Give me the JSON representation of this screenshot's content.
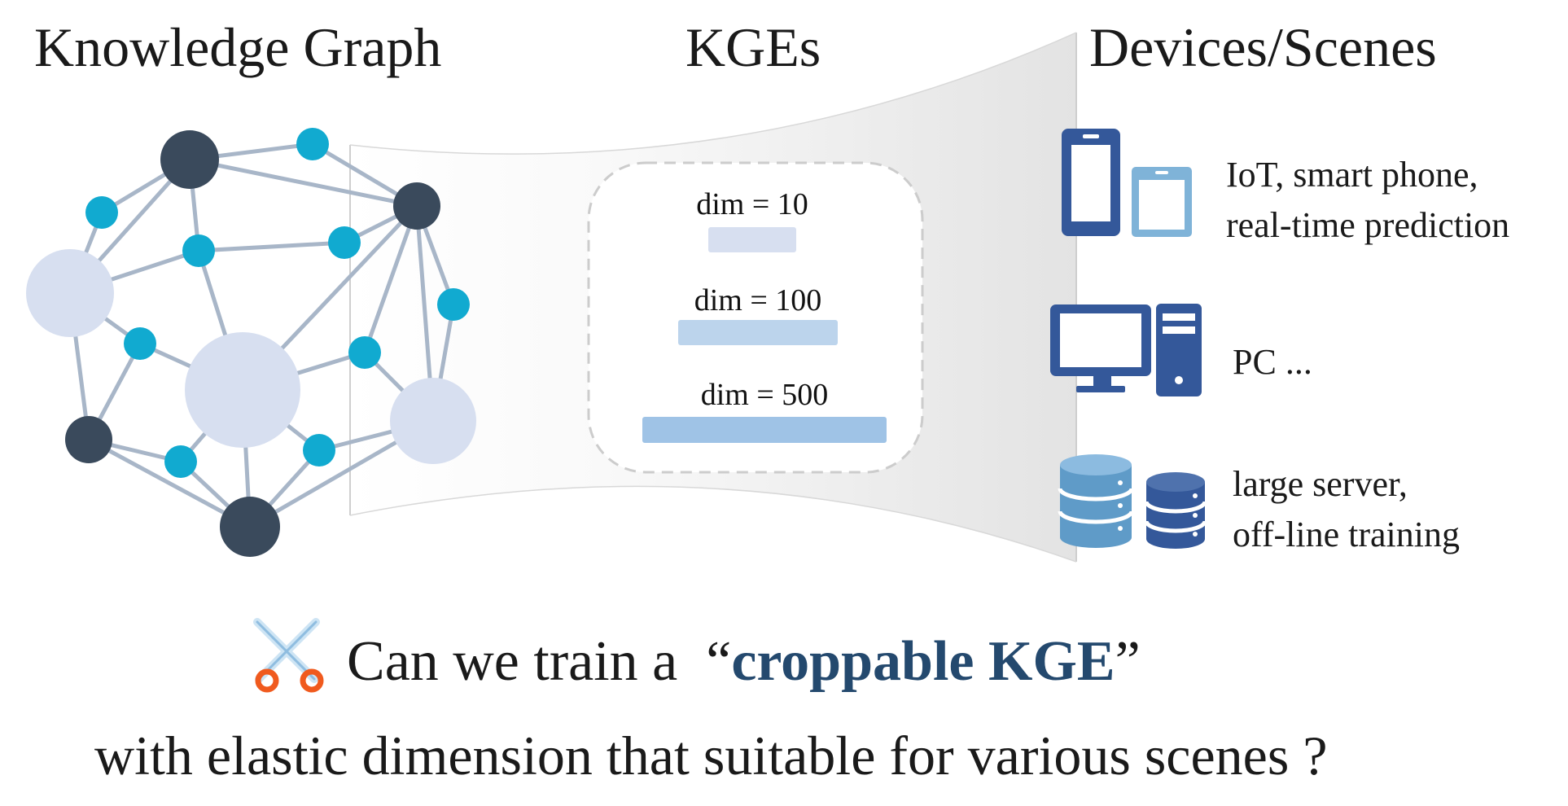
{
  "headers": {
    "knowledge_graph": "Knowledge Graph",
    "kges": "KGEs",
    "devices": "Devices/Scenes"
  },
  "embeddings": [
    {
      "label": "dim = 10",
      "dim": 10
    },
    {
      "label": "dim = 100",
      "dim": 100
    },
    {
      "label": "dim = 500",
      "dim": 500
    }
  ],
  "scenes": [
    {
      "icon": "phone-tablet-icon",
      "line1": "IoT, smart phone,",
      "line2": "real-time prediction"
    },
    {
      "icon": "desktop-pc-icon",
      "line1": "PC ...",
      "line2": ""
    },
    {
      "icon": "database-server-icon",
      "line1": "large server,",
      "line2": "off-line training"
    }
  ],
  "question": {
    "prefix": "Can we train a",
    "open_quote": "“",
    "highlight": "croppable KGE",
    "close_quote": "”",
    "line2": "with elastic dimension that suitable for various scenes ?"
  },
  "colors": {
    "dark_node": "#3a4a5c",
    "light_node": "#d7dff0",
    "cyan_node": "#11aad0",
    "edge": "#a8b6c8",
    "device_dark": "#34589a",
    "device_light": "#7fb3d8",
    "highlight": "#24496e"
  }
}
